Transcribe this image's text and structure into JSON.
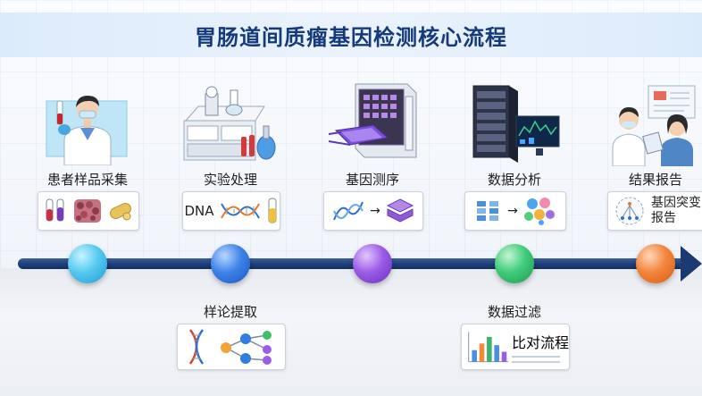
{
  "title": "胃肠道间质瘤基因检测核心流程",
  "steps_top": [
    {
      "label": "患者样品采集"
    },
    {
      "label": "实验处理",
      "card_text": "DNA"
    },
    {
      "label": "基因测序"
    },
    {
      "label": "数据分析"
    },
    {
      "label": "结果报告",
      "card_line1": "基因突变",
      "card_line2": "报告"
    }
  ],
  "steps_bottom": [
    {
      "label": "样论提取"
    },
    {
      "label": "数据过滤",
      "card_text": "比对流程"
    }
  ],
  "colors": {
    "title": "#153a7a",
    "timeline": "#1e3f7a",
    "node_1": "#55c9f1",
    "node_2": "#3d83e8",
    "node_3": "#9b5ce6",
    "node_4": "#3fcc7a",
    "node_5": "#f4843b"
  }
}
